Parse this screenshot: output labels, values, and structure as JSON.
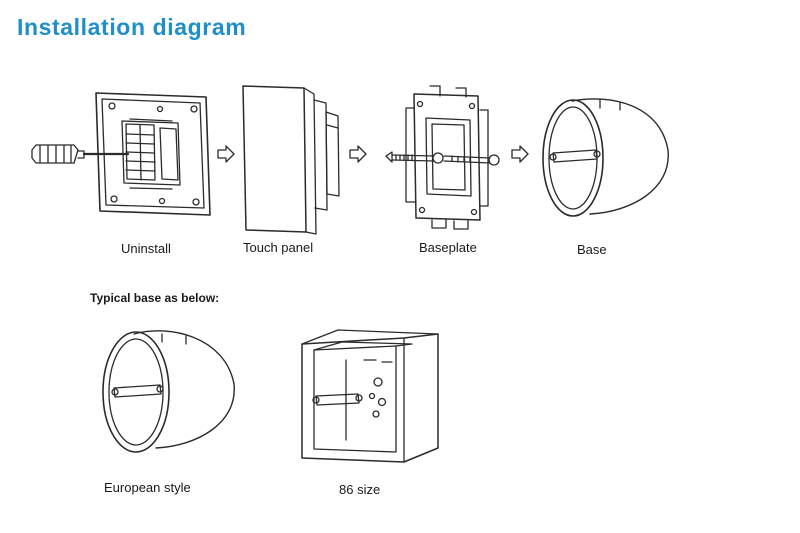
{
  "title": "Installation diagram",
  "steps": [
    {
      "label": "Uninstall"
    },
    {
      "label": "Touch panel"
    },
    {
      "label": "Baseplate"
    },
    {
      "label": "Base"
    }
  ],
  "typical_heading": "Typical base as below:",
  "typical": [
    {
      "label": "European style"
    },
    {
      "label": "86 size"
    }
  ],
  "colors": {
    "title": "#1f8fc9",
    "line": "#2b2b2b"
  }
}
